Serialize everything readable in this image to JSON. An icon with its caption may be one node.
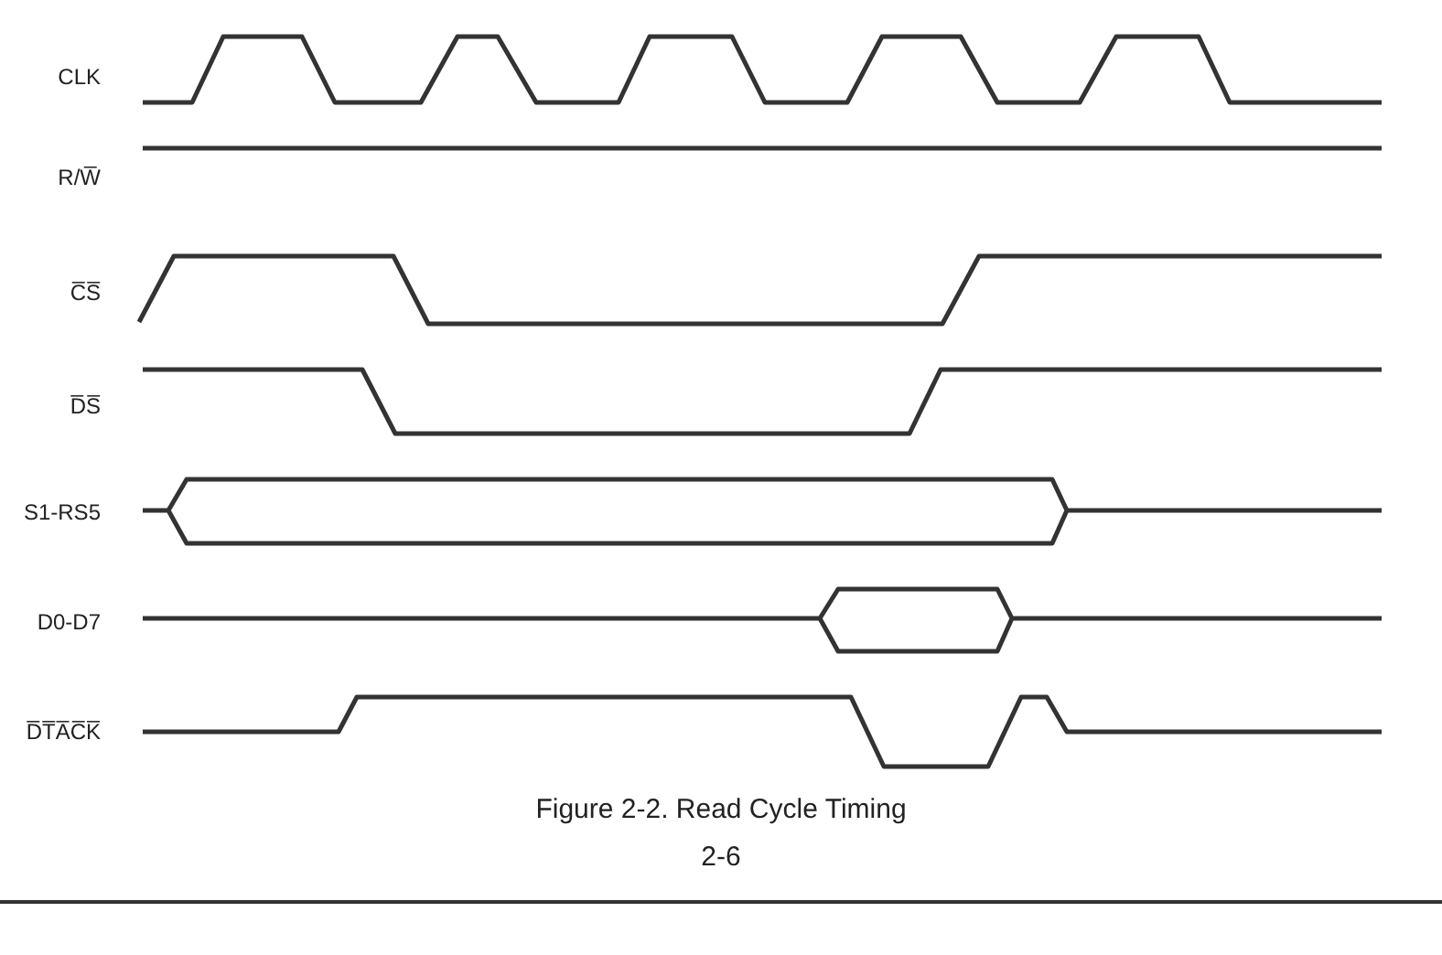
{
  "diagram": {
    "caption": "Figure 2-2. Read Cycle Timing",
    "labels": [
      "CLK",
      "R/W̅",
      "C̅S̅",
      "D̅S̅",
      "S1-RS5",
      "D0-D7",
      "D̅T̅A̅C̅K̅",
      "2-6"
    ]
  }
}
